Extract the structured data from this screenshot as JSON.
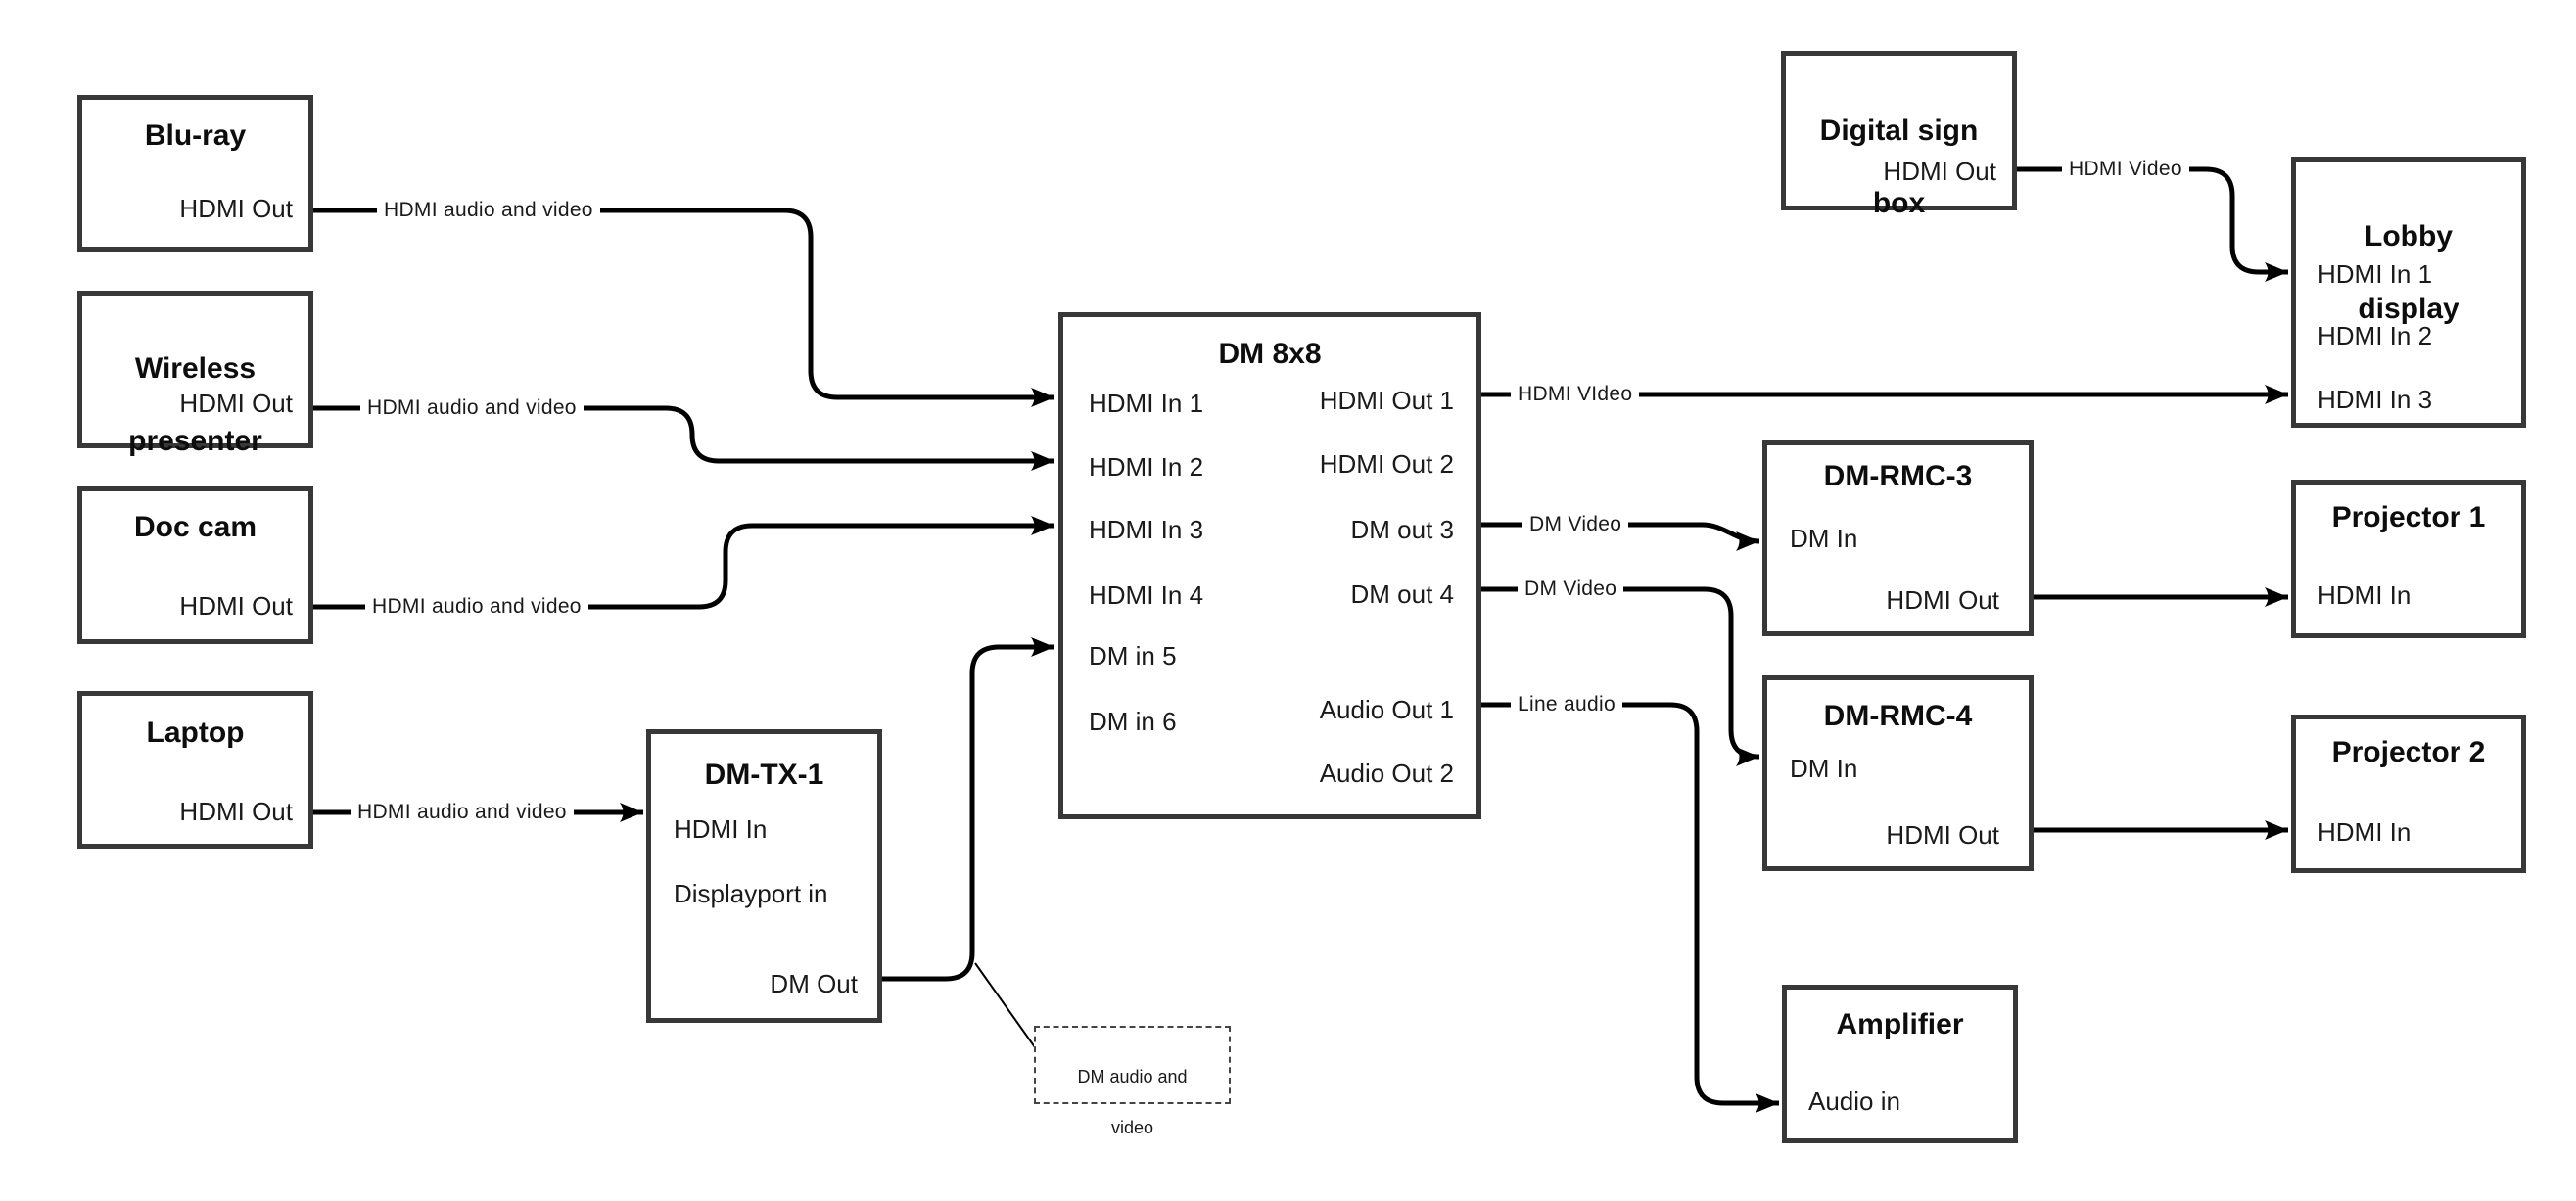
{
  "colors": {
    "background": "#ffffff",
    "wire": "#000000",
    "box_border": "#383838",
    "text": "#1a1a1a"
  },
  "nodes": {
    "blu_ray": {
      "title": "Blu-ray",
      "port_out": "HDMI Out"
    },
    "wireless_presenter": {
      "title_lines": [
        "Wireless",
        "presenter"
      ],
      "port_out": "HDMI Out"
    },
    "doc_cam": {
      "title": "Doc cam",
      "port_out": "HDMI Out"
    },
    "laptop": {
      "title": "Laptop",
      "port_out": "HDMI Out"
    },
    "dm_tx_1": {
      "title": "DM-TX-1",
      "port_hdmi_in": "HDMI In",
      "port_displayport_in": "Displayport in",
      "port_dm_out": "DM Out"
    },
    "dm_8x8": {
      "title": "DM 8x8",
      "inputs": [
        "HDMI In 1",
        "HDMI In 2",
        "HDMI In 3",
        "HDMI In 4",
        "DM in 5",
        "DM in 6"
      ],
      "outputs": [
        "HDMI Out 1",
        "HDMI Out 2",
        "DM out 3",
        "DM out 4",
        "Audio Out 1",
        "Audio Out 2"
      ]
    },
    "digital_sign_box": {
      "title_lines": [
        "Digital sign",
        "box"
      ],
      "port_out": "HDMI Out"
    },
    "lobby_display": {
      "title_lines": [
        "Lobby",
        "display"
      ],
      "inputs": [
        "HDMI In 1",
        "HDMI In 2",
        "HDMI In 3"
      ]
    },
    "dm_rmc_3": {
      "title": "DM-RMC-3",
      "port_dm_in": "DM In",
      "port_hdmi_out": "HDMI Out"
    },
    "projector_1": {
      "title": "Projector 1",
      "port_in": "HDMI In"
    },
    "dm_rmc_4": {
      "title": "DM-RMC-4",
      "port_dm_in": "DM In",
      "port_hdmi_out": "HDMI Out"
    },
    "projector_2": {
      "title": "Projector 2",
      "port_in": "HDMI In"
    },
    "amplifier": {
      "title": "Amplifier",
      "port_in": "Audio in"
    }
  },
  "wire_labels": {
    "bluray_to_dm8x8": "HDMI audio and video",
    "wireless_to_dm8x8": "HDMI audio and video",
    "doccam_to_dm8x8": "HDMI audio and video",
    "laptop_to_dmtx1": "HDMI audio and video",
    "digitalsign_to_lobby": "HDMI Video",
    "dm8x8_to_lobby": "HDMI VIdeo",
    "dmout3_to_rmc3": "DM Video",
    "dmout4_to_rmc4": "DM Video",
    "audioout1_to_amplifier": "Line audio"
  },
  "callout": {
    "text_lines": [
      "DM audio and",
      "video"
    ]
  }
}
